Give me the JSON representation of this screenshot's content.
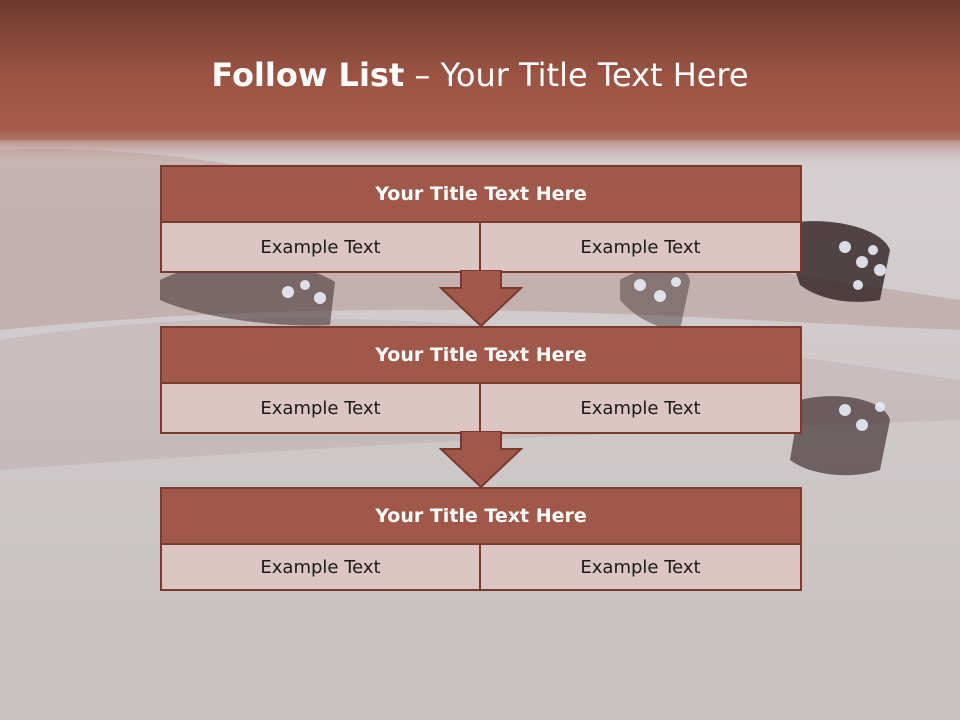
{
  "slide": {
    "title_strong": "Follow List",
    "title_rest": " – Your Title Text Here"
  },
  "colors": {
    "header_fill": "#9f584a",
    "header_border": "#7a3a30",
    "cell_fill": "#dcc6c3",
    "top_band": "#8e4a3c"
  },
  "blocks": [
    {
      "title": "Your Title Text Here",
      "left": "Example Text",
      "right": "Example Text"
    },
    {
      "title": "Your Title Text Here",
      "left": "Example Text",
      "right": "Example Text"
    },
    {
      "title": "Your Title Text Here",
      "left": "Example Text",
      "right": "Example Text"
    }
  ]
}
